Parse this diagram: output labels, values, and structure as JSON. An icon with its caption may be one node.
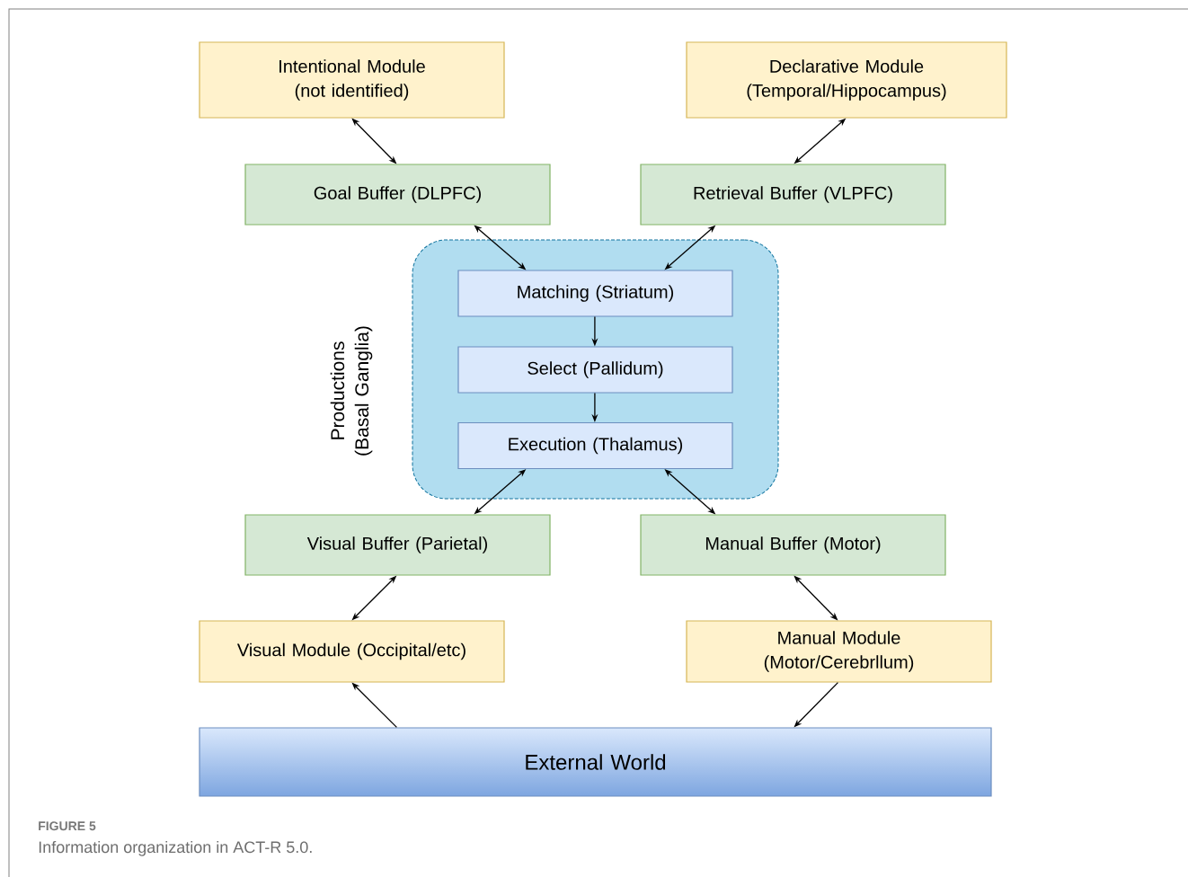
{
  "diagram": {
    "title": "FIGURE 5",
    "caption": "Information organization in ACT-R 5.0.",
    "nodes": [
      {
        "text": [
          "Intentional Module (not identified)"
        ]
      },
      {
        "text": [
          "Declarative Module (Temporal/Hippocampus)"
        ]
      },
      {
        "text": [
          "Goal Buffer (DLPFC)"
        ]
      },
      {
        "text": [
          "Retrieval Buffer (VLPFC)"
        ]
      },
      {
        "text": [
          "Productions (Basal Ganglia)"
        ]
      },
      {
        "text": [
          "Matching (Striatum)"
        ],
        "in": 4
      },
      {
        "text": [
          "Select (Pallidum)"
        ],
        "in": 4
      },
      {
        "text": [
          "Execution (Thalamus)"
        ],
        "in": 4
      },
      {
        "text": [
          "Visual Buffer (Parietal)"
        ]
      },
      {
        "text": [
          "Manual Buffer (Motor)"
        ]
      },
      {
        "text": [
          "Visual Module (Occipital/etc)"
        ]
      },
      {
        "text": [
          "Manual Module (Motor/Cerebrllum)"
        ]
      },
      {
        "text": [
          "External World"
        ]
      }
    ],
    "edges": [
      {
        "from": 0,
        "to": 2,
        "arrow": "both"
      },
      {
        "from": 1,
        "to": 3,
        "arrow": "both"
      },
      {
        "from": 2,
        "to": 5,
        "arrow": "both"
      },
      {
        "from": 3,
        "to": 5,
        "arrow": "both"
      },
      {
        "from": 5,
        "to": 6,
        "arrow": "to"
      },
      {
        "from": 6,
        "to": 7,
        "arrow": "to"
      },
      {
        "from": 7,
        "to": 8,
        "arrow": "both"
      },
      {
        "from": 7,
        "to": 9,
        "arrow": "both"
      },
      {
        "from": 8,
        "to": 10,
        "arrow": "both"
      },
      {
        "from": 9,
        "to": 11,
        "arrow": "both"
      },
      {
        "from": 12,
        "to": 10,
        "arrow": "to"
      },
      {
        "from": 11,
        "to": 12,
        "arrow": "to"
      }
    ]
  }
}
